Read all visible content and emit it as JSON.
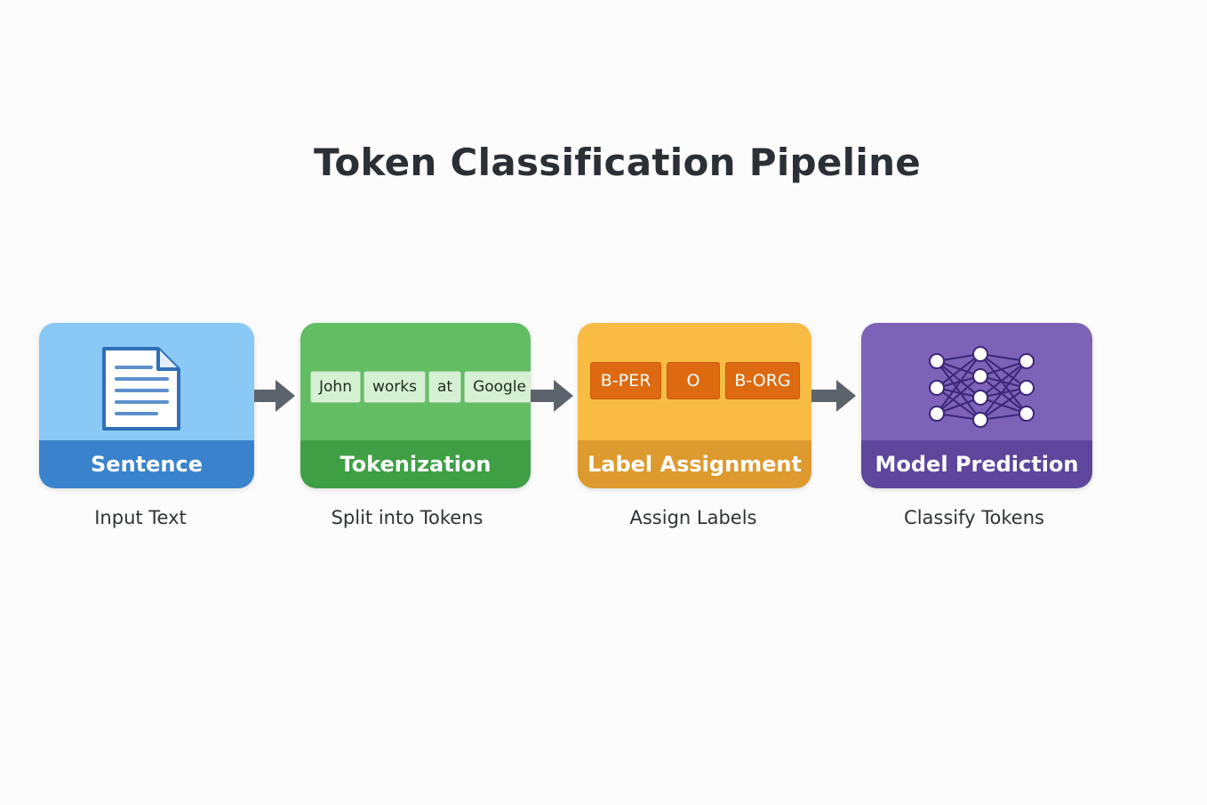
{
  "title": "Token Classification Pipeline",
  "stages": [
    {
      "name": "Sentence",
      "caption": "Input Text",
      "icon": "document-icon"
    },
    {
      "name": "Tokenization",
      "caption": "Split into Tokens",
      "tokens": [
        "John",
        "works",
        "at",
        "Google"
      ]
    },
    {
      "name": "Label Assignment",
      "caption": "Assign Labels",
      "labels": [
        "B-PER",
        "O",
        "B-ORG"
      ]
    },
    {
      "name": "Model Prediction",
      "caption": "Classify Tokens",
      "icon": "neural-network-icon"
    }
  ],
  "colors": {
    "sentence": "#3a83cc",
    "tokenization": "#3f9f45",
    "label_assignment": "#dd9a2e",
    "model_prediction": "#5d469c",
    "arrow": "#5d636d"
  }
}
